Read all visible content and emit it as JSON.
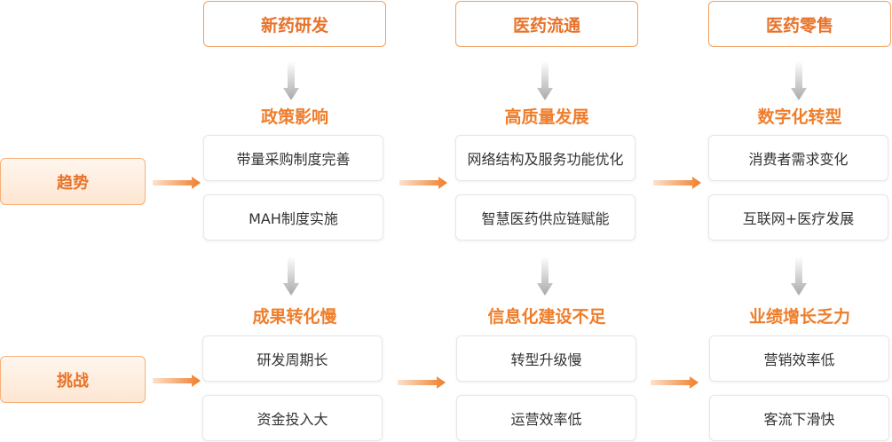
{
  "headers": [
    "新药研发",
    "医药流通",
    "医药零售"
  ],
  "row_labels": {
    "trend": "趋势",
    "challenge": "挑战"
  },
  "trend_titles": [
    "政策影响",
    "高质量发展",
    "数字化转型"
  ],
  "challenge_titles": [
    "成果转化慢",
    "信息化建设不足",
    "业绩增长乏力"
  ],
  "trend_items": [
    [
      "带量采购制度完善",
      "MAH制度实施"
    ],
    [
      "网络结构及服务功能优化",
      "智慧医药供应链赋能"
    ],
    [
      "消费者需求变化",
      "互联网+医疗发展"
    ]
  ],
  "challenge_items": [
    [
      "研发周期长",
      "资金投入大"
    ],
    [
      "转型升级慢",
      "运营效率低"
    ],
    [
      "营销效率低",
      "客流下滑快"
    ]
  ],
  "colors": {
    "accent": "#ef7d2a",
    "arrow_gray": "#bdbdbd",
    "border": "#f3a05c"
  }
}
